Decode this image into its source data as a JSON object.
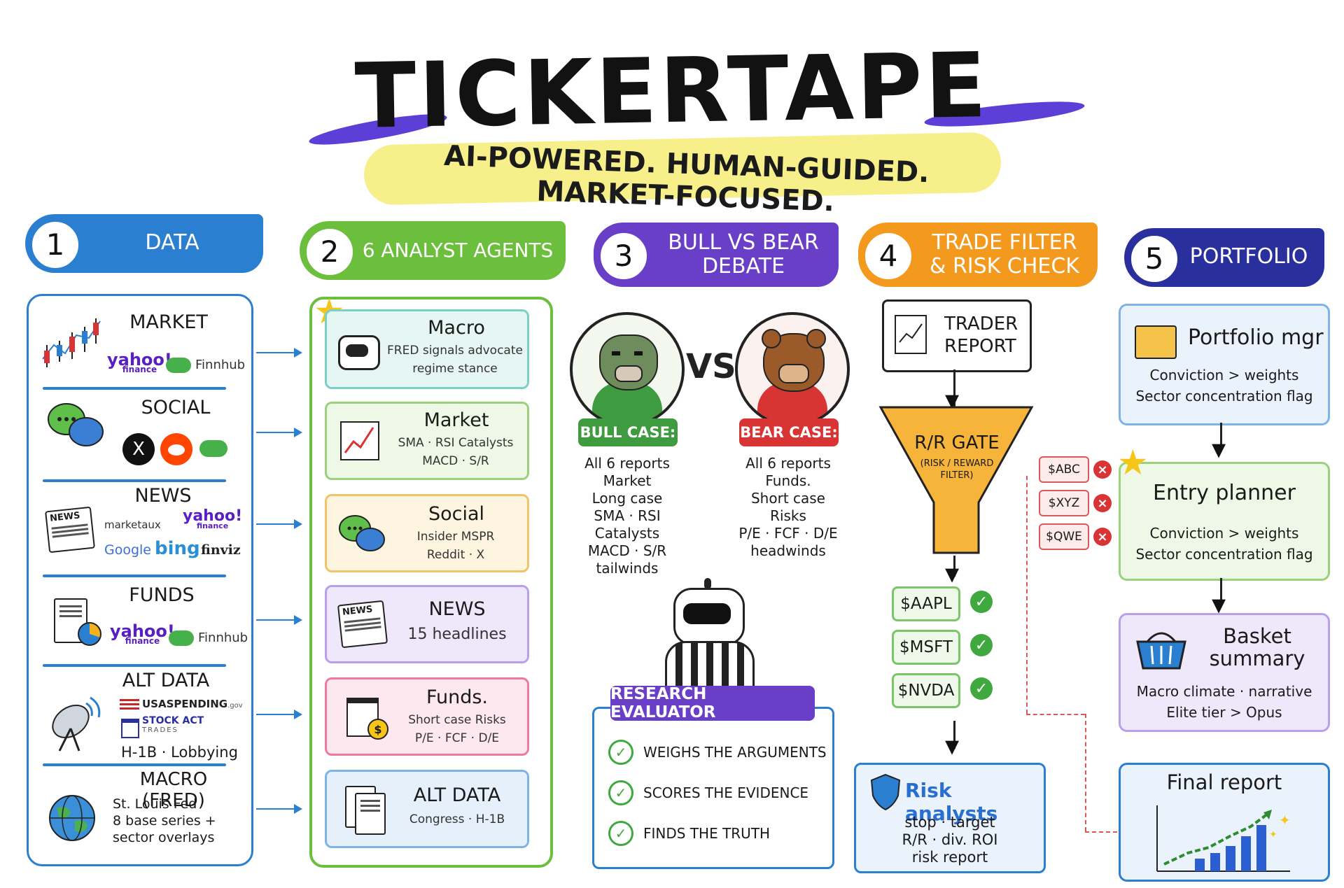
{
  "header": {
    "title": "TICKERTAPE",
    "tagline": "AI-POWERED. HUMAN-GUIDED. MARKET-FOCUSED."
  },
  "steps": [
    {
      "num": "1",
      "label": "DATA"
    },
    {
      "num": "2",
      "label": "6 ANALYST AGENTS"
    },
    {
      "num": "3",
      "label_line1": "BULL VS BEAR",
      "label_line2": "DEBATE"
    },
    {
      "num": "4",
      "label_line1": "TRADE FILTER",
      "label_line2": "& RISK CHECK"
    },
    {
      "num": "5",
      "label": "PORTFOLIO"
    }
  ],
  "data_sources": {
    "market": {
      "title": "MARKET",
      "logo1_main": "yahoo!",
      "logo1_sub": "finance",
      "logo2": "Finnhub"
    },
    "social": {
      "title": "SOCIAL",
      "x_glyph": "X"
    },
    "news": {
      "title": "NEWS",
      "icon_label": "NEWS",
      "logo1": "marketaux",
      "logo2_main": "yahoo!",
      "logo2_sub": "finance",
      "logo3": "Google",
      "logo4": "bing",
      "logo5": "finviz"
    },
    "funds": {
      "title": "FUNDS",
      "logo1_main": "yahoo!",
      "logo1_sub": "finance",
      "logo2": "Finnhub"
    },
    "alt": {
      "title": "ALT DATA",
      "logo1": "USASPENDING",
      "logo1_sub": ".gov",
      "logo2": "STOCK ACT",
      "logo2_sub": "TRADES",
      "text": "H-1B · Lobbying"
    },
    "macro": {
      "title": "MACRO (FRED)",
      "line1": "St. Louis Fed",
      "line2": "8 base series +",
      "line3": "sector overlays"
    }
  },
  "agents": [
    {
      "title": "Macro",
      "line1": "FRED signals advocate",
      "line2": "regime stance"
    },
    {
      "title": "Market",
      "line1": "SMA · RSI Catalysts",
      "line2": "MACD · S/R"
    },
    {
      "title": "Social",
      "line1": "Insider MSPR",
      "line2": "Reddit · X"
    },
    {
      "title": "NEWS",
      "line1": "15 headlines",
      "icon_label": "NEWS"
    },
    {
      "title": "Funds.",
      "line1": "Short case Risks",
      "line2": "P/E · FCF · D/E"
    },
    {
      "title": "ALT DATA",
      "line1": "Congress · H-1B"
    }
  ],
  "debate": {
    "vs": "VS",
    "bull": {
      "label": "BULL CASE:",
      "lines": [
        "All 6 reports",
        "Market",
        "Long case",
        "SMA · RSI",
        "Catalysts",
        "MACD · S/R",
        "tailwinds"
      ]
    },
    "bear": {
      "label": "BEAR CASE:",
      "lines": [
        "All 6 reports",
        "Funds.",
        "Short case",
        "Risks",
        "P/E · FCF · D/E",
        "headwinds"
      ]
    },
    "evaluator": {
      "title": "RESEARCH EVALUATOR",
      "items": [
        "WEIGHS THE ARGUMENTS",
        "SCORES THE EVIDENCE",
        "FINDS THE TRUTH"
      ]
    }
  },
  "filter": {
    "trader_report_line1": "TRADER",
    "trader_report_line2": "REPORT",
    "gate_title": "R/R GATE",
    "gate_sub1": "(RISK / REWARD",
    "gate_sub2": "FILTER)",
    "rejected": [
      "$ABC",
      "$XYZ",
      "$QWE"
    ],
    "approved": [
      "$AAPL",
      "$MSFT",
      "$NVDA"
    ],
    "risk": {
      "title": "Risk analysts",
      "line1": "stop · target",
      "line2": "R/R · div. ROI",
      "line3": "risk report"
    }
  },
  "portfolio": {
    "manager": {
      "title": "Portfolio mgr",
      "line1": "Conviction > weights",
      "line2": "Sector concentration flag"
    },
    "entry": {
      "title": "Entry planner",
      "line1": "Conviction > weights",
      "line2": "Sector concentration flag"
    },
    "basket": {
      "title1": "Basket",
      "title2": "summary",
      "line1": "Macro climate · narrative",
      "line2": "Elite tier > Opus"
    },
    "final": {
      "title": "Final report"
    }
  },
  "colors": {
    "blue": "#2b7fd1",
    "green": "#6cbf3c",
    "purple": "#6a3fc8",
    "orange": "#f39a1e",
    "navy": "#2a2f9e"
  }
}
